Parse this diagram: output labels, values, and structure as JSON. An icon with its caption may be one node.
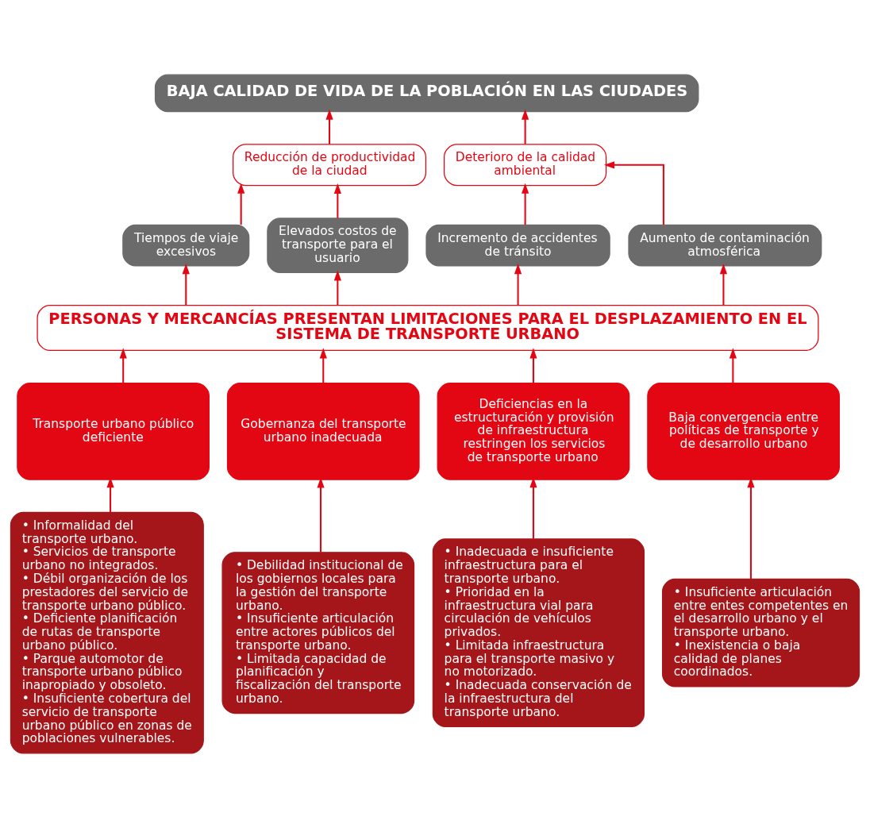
{
  "diagram": {
    "nodes": [
      {
        "text": [
          "BAJA CALIDAD DE VIDA DE LA POBLACIÓN EN LAS CIUDADES"
        ]
      },
      {
        "text": [
          "Reducción de productividad de la ciudad"
        ]
      },
      {
        "text": [
          "Deterioro de la calidad ambiental"
        ]
      },
      {
        "text": [
          "Tiempos de viaje excesivos"
        ]
      },
      {
        "text": [
          "Elevados costos de transporte para el usuario"
        ]
      },
      {
        "text": [
          "Incremento de accidentes de tránsito"
        ]
      },
      {
        "text": [
          "Aumento de contaminación atmosférica"
        ]
      },
      {
        "text": [
          "PERSONAS Y MERCANCÍAS PRESENTAN LIMITACIONES PARA EL DESPLAZAMIENTO EN EL SISTEMA DE TRANSPORTE URBANO"
        ]
      },
      {
        "text": [
          "Transporte urbano público deficiente"
        ]
      },
      {
        "text": [
          "Gobernanza del transporte urbano inadecuada"
        ]
      },
      {
        "text": [
          "Deficiencias en la estructuración y provisión de infraestructura restringen los servicios de transporte urbano"
        ]
      },
      {
        "text": [
          "Baja convergencia entre políticas de transporte y de desarrollo urbano"
        ]
      },
      {
        "text": [
          "• Informalidad del transporte urbano.",
          "• Servicios de transporte urbano no integrados.",
          "• Débil organización de los prestadores del servicio de transporte urbano público.",
          "• Deficiente planificación de rutas de transporte urbano público.",
          "• Parque automotor de transporte urbano público inapropiado y obsoleto.",
          "• Insuficiente cobertura del servicio de transporte urbano público en zonas de poblaciones vulnerables."
        ]
      },
      {
        "text": [
          "• Debilidad institucional de los gobiernos locales para la gestión del transporte urbano.",
          "• Insuficiente articulación entre actores públicos del transporte urbano.",
          "• Limitada capacidad de planificación y fiscalización del transporte urbano."
        ]
      },
      {
        "text": [
          "• Inadecuada e insuficiente infraestructura para el transporte urbano.",
          "• Prioridad en la infraestructura vial para circulación de vehículos privados.",
          "• Limitada infraestructura para el transporte masivo y no motorizado.",
          "• Inadecuada conservación de la infraestructura del transporte urbano."
        ]
      },
      {
        "text": [
          "• Insuficiente articulación entre entes competentes en el desarrollo urbano y el transporte urbano.",
          "• Inexistencia o baja calidad de planes coordinados."
        ]
      }
    ],
    "edges": [
      {
        "from": 1,
        "to": 0,
        "arrow": "to"
      },
      {
        "from": 2,
        "to": 0,
        "arrow": "to"
      },
      {
        "from": 3,
        "to": 1,
        "arrow": "to"
      },
      {
        "from": 4,
        "to": 1,
        "arrow": "to"
      },
      {
        "from": 5,
        "to": 2,
        "arrow": "to"
      },
      {
        "from": 6,
        "to": 2,
        "arrow": "to"
      },
      {
        "from": 7,
        "to": 3,
        "arrow": "to"
      },
      {
        "from": 7,
        "to": 4,
        "arrow": "to"
      },
      {
        "from": 7,
        "to": 5,
        "arrow": "to"
      },
      {
        "from": 7,
        "to": 6,
        "arrow": "to"
      },
      {
        "from": 8,
        "to": 7,
        "arrow": "to"
      },
      {
        "from": 9,
        "to": 7,
        "arrow": "to"
      },
      {
        "from": 10,
        "to": 7,
        "arrow": "to"
      },
      {
        "from": 11,
        "to": 7,
        "arrow": "to"
      },
      {
        "from": 12,
        "to": 8,
        "arrow": "to"
      },
      {
        "from": 13,
        "to": 9,
        "arrow": "to"
      },
      {
        "from": 14,
        "to": 10,
        "arrow": "to"
      },
      {
        "from": 15,
        "to": 11,
        "arrow": "to"
      }
    ]
  }
}
